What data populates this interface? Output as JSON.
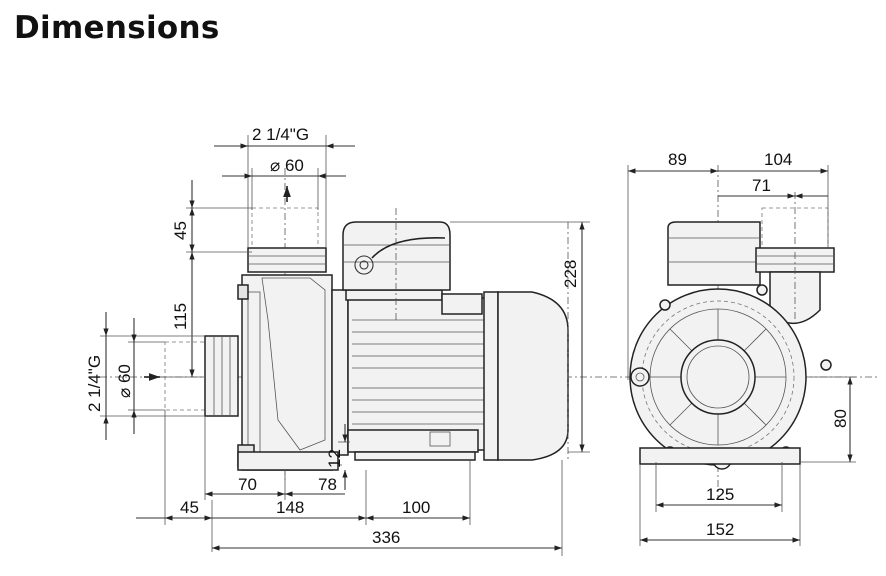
{
  "title": "Dimensions",
  "side_view": {
    "outlet_thread": "2 1/4\"G",
    "outlet_diameter": "⌀ 60",
    "dim_45_vertical": "45",
    "dim_115": "115",
    "inlet_thread": "2 1/4\"G",
    "inlet_diameter": "⌀ 60",
    "dim_228": "228",
    "dim_12": "12",
    "dim_70": "70",
    "dim_78": "78",
    "dim_45_horizontal": "45",
    "dim_148": "148",
    "dim_100": "100",
    "dim_336": "336"
  },
  "front_view": {
    "dim_89": "89",
    "dim_104": "104",
    "dim_71": "71",
    "dim_80": "80",
    "dim_125": "125",
    "dim_152": "152"
  }
}
